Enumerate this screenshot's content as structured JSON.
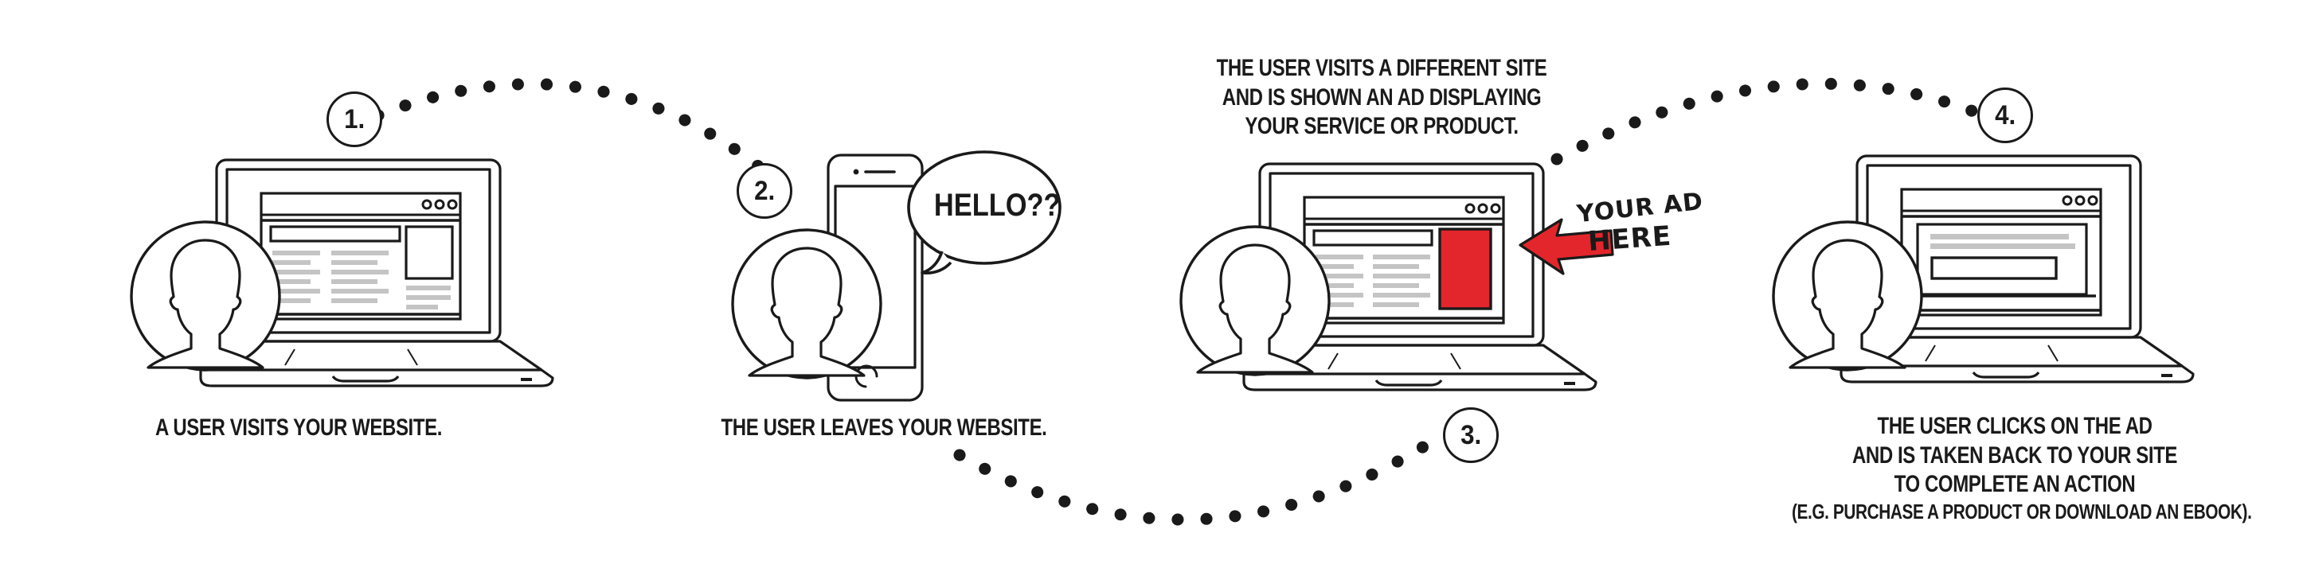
{
  "diagram": {
    "title": "Retargeting process flow",
    "background_color": "#ffffff",
    "ink_color": "#1a1a1a",
    "accent_color": "#e3262c",
    "screen_gray": "#c4c4c4"
  },
  "steps": [
    {
      "number": "1.",
      "caption_lines": [
        "A USER VISITS YOUR WEBSITE."
      ],
      "device": "laptop",
      "screen": "website-article"
    },
    {
      "number": "2.",
      "caption_lines": [
        "THE USER LEAVES YOUR WEBSITE."
      ],
      "device": "smartphone",
      "bubble_text": "HELLO??"
    },
    {
      "number": "3.",
      "heading_lines": [
        "THE USER VISITS A DIFFERENT SITE",
        "AND IS SHOWN AN AD DISPLAYING",
        "YOUR SERVICE OR PRODUCT."
      ],
      "device": "laptop",
      "screen": "website-with-ad",
      "annotation_lines": [
        "YOUR AD",
        "HERE"
      ],
      "ad_color": "#e3262c"
    },
    {
      "number": "4.",
      "caption_lines": [
        "THE USER CLICKS ON THE AD",
        "AND IS TAKEN BACK TO YOUR SITE",
        "TO COMPLETE AN ACTION",
        "(E.G. PURCHASE A PRODUCT OR DOWNLOAD AN EBOOK)."
      ],
      "device": "laptop",
      "screen": "landing-page-form"
    }
  ],
  "connectors": [
    {
      "name": "arc-step1-to-step2",
      "style": "dotted",
      "direction": "up"
    },
    {
      "name": "arc-step2-to-step3",
      "style": "dotted",
      "direction": "down"
    },
    {
      "name": "arc-step3-to-step4",
      "style": "dotted",
      "direction": "up"
    }
  ]
}
